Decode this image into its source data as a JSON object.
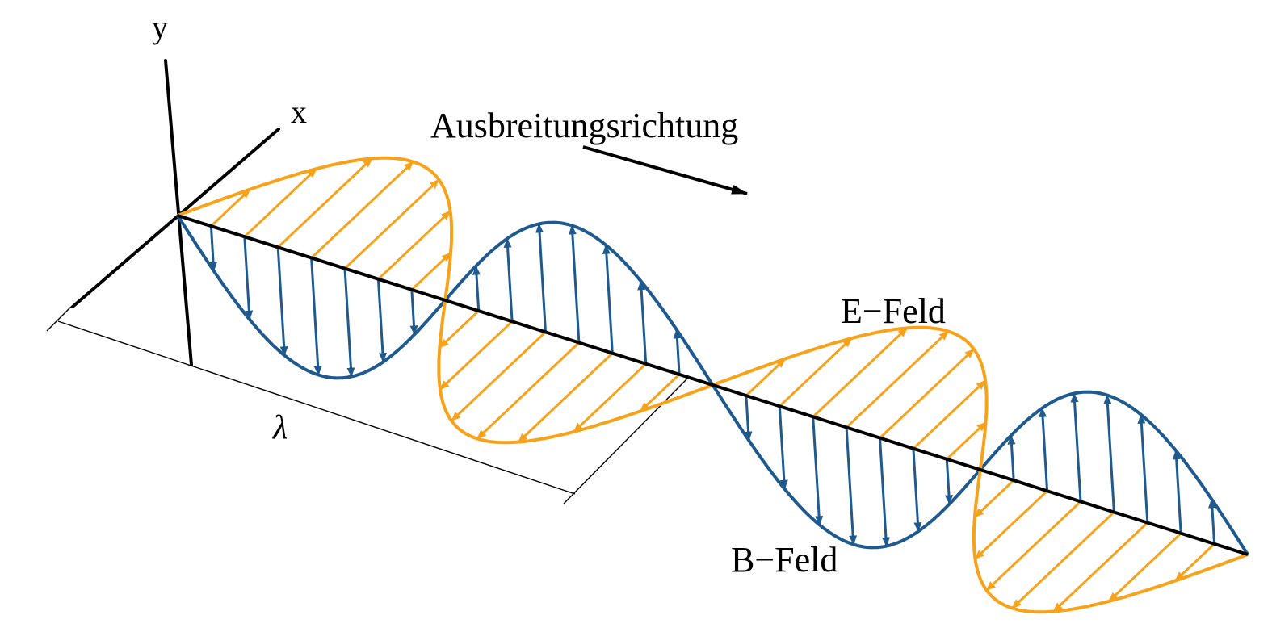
{
  "labels": {
    "y_axis": "y",
    "x_axis": "x",
    "direction": "Ausbreitungsrichtung",
    "e_field": "E−Feld",
    "b_field": "B−Feld",
    "wavelength": "λ"
  },
  "colors": {
    "e_field": "#f7a21b",
    "b_field": "#1f5a8e",
    "axis": "#000000"
  },
  "icons": {
    "propagation": "arrow-right-down-icon"
  }
}
